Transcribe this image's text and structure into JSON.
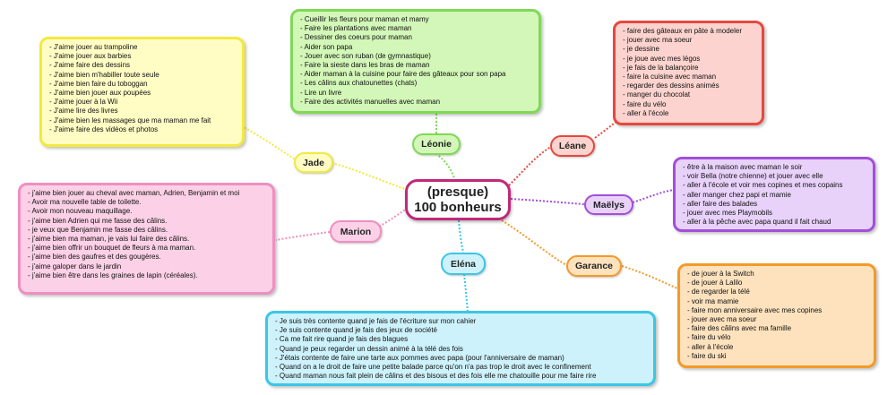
{
  "center": {
    "line1": "(presque)",
    "line2": "100 bonheurs"
  },
  "branches": {
    "jade": {
      "name": "Jade",
      "color": "#f2ea3c",
      "fill": "#fffdc4",
      "items": [
        "J'aime jouer au trampoline",
        "J'aime jouer aux barbies",
        "J'aime faire des dessins",
        "J'aime bien m'habiller toute seule",
        "J'aime bien faire du toboggan",
        "J'aime bien jouer aux poupées",
        "J'aime jouer à la Wii",
        "J'aime lire des livres",
        "J'aime bien les massages que ma maman me fait",
        "J'aime faire des vidéos et photos"
      ]
    },
    "leonie": {
      "name": "Léonie",
      "color": "#7ed957",
      "fill": "#d3f7b8",
      "items": [
        "Cueillir les fleurs pour maman et mamy",
        "Faire les plantations avec maman",
        "Dessiner des coeurs pour maman",
        "Aider son papa",
        "Jouer avec son ruban (de gymnastique)",
        "Faire la sieste dans les bras de maman",
        "Aider maman à la cuisine pour faire des gâteaux pour son papa",
        "Les câlins aux chatounettes (chats)",
        "Lire un livre",
        "Faire des activités manuelles avec maman"
      ]
    },
    "leane": {
      "name": "Léane",
      "color": "#e6483f",
      "fill": "#fcd3ce",
      "items": [
        "faire des gâteaux en pâte à modeler",
        "jouer avec ma soeur",
        "je dessine",
        "je joue avec mes légos",
        "je fais de la balançoire",
        "faire la cuisine avec maman",
        "regarder des dessins animés",
        "manger du chocolat",
        "faire du vélo",
        "aller à l'école"
      ]
    },
    "maelys": {
      "name": "Maëlys",
      "color": "#a24fd9",
      "fill": "#e9d2fa",
      "items": [
        "être à la maison avec maman le soir",
        "voir Bella (notre chienne) et jouer avec elle",
        "aller à l'école et voir mes copines et mes copains",
        "aller manger chez papi et mamie",
        "aller faire des balades",
        "jouer avec mes Playmobils",
        "aller à la pêche avec papa quand il fait chaud"
      ]
    },
    "garance": {
      "name": "Garance",
      "color": "#f39a2a",
      "fill": "#fde2bd",
      "items": [
        "de jouer à la Switch",
        "de jouer à Lalilo",
        "de regarder la télé",
        "voir ma mamie",
        "faire mon anniversaire avec mes copines",
        "jouer avec ma soeur",
        "faire des câlins avec ma famille",
        "faire du vélo",
        "aller à l'école",
        "faire du ski"
      ]
    },
    "elena": {
      "name": "Eléna",
      "color": "#3cc6e6",
      "fill": "#cdf2fb",
      "items": [
        "Je suis très contente quand je fais de l'écriture sur mon cahier",
        "Je suis contente quand je fais des jeux de société",
        "Ca me fait rire quand je fais des blagues",
        "Quand je peux regarder un dessin animé à la télé des fois",
        "J'étais contente de faire une tarte aux pommes avec papa (pour l'anniversaire de maman)",
        "Quand on a le droit de faire une petite balade parce qu'on n'a pas trop le droit avec le confinement",
        "Quand maman nous fait plein de câlins et des bisous et des fois elle me chatouille pour me faire rire"
      ]
    },
    "marion": {
      "name": "Marion",
      "color": "#ee8fc0",
      "fill": "#fcd1e7",
      "items": [
        "j'aime bien jouer au cheval avec maman, Adrien, Benjamin et moi",
        "Avoir ma nouvelle table de toilette.",
        "Avoir mon nouveau maquillage.",
        "j'aime bien Adrien qui me fasse des câlins.",
        "je veux que Benjamin me fasse des câlins.",
        "j'aime bien ma maman, je vais lui faire des câlins.",
        "j'aime bien offrir un bouquet de fleurs à ma maman.",
        "j'aime bien des gaufres et des gougères.",
        "j'aime galoper dans le jardin",
        "j'aime bien être dans les graines de lapin (céréales)."
      ]
    }
  }
}
